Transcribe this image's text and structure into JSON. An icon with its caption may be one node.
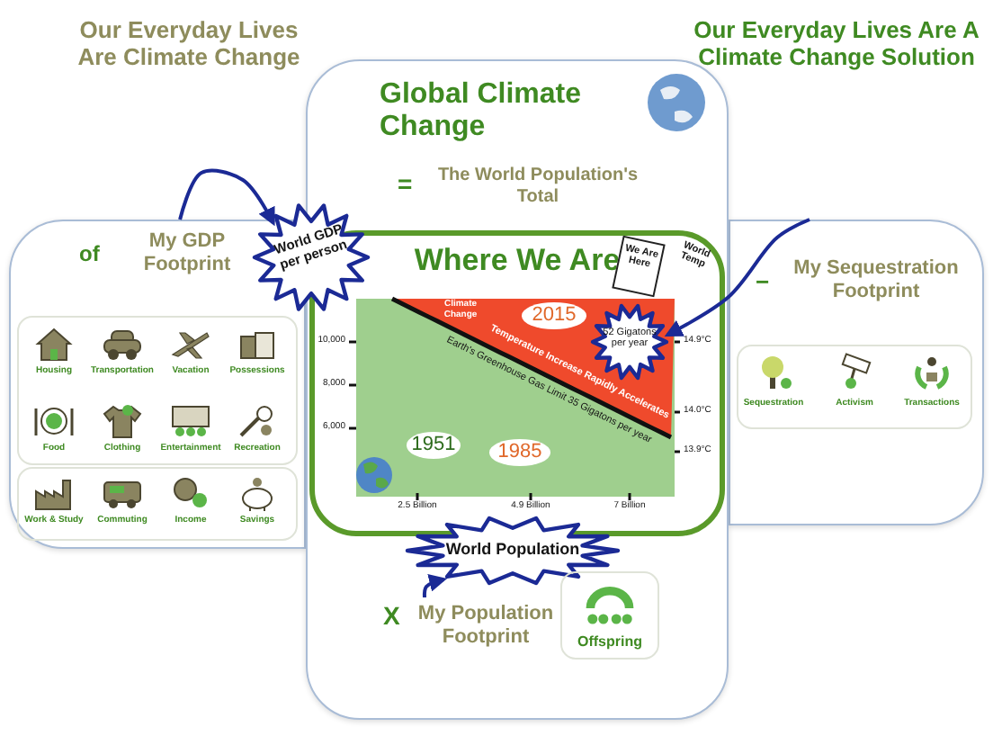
{
  "diagram": {
    "nodes": [
      {
        "text": [
          "Global Climate Change",
          "=",
          "The World Population's Total"
        ]
      },
      {
        "text": [
          "of",
          "My GDP Footprint"
        ]
      },
      {
        "text": [
          "−",
          "My Sequestration Footprint"
        ]
      },
      {
        "text": [
          "Where We Are"
        ],
        "in": 0
      },
      {
        "text": [
          "World GDP per person"
        ]
      },
      {
        "text": [
          "We Are Here"
        ],
        "in": 3
      },
      {
        "text": [
          "52 Gigatons per year"
        ],
        "in": 3
      },
      {
        "text": [
          "World Population"
        ],
        "in": 0
      },
      {
        "text": [
          "X",
          "My Population Footprint"
        ],
        "in": 0
      }
    ],
    "edges": [
      {
        "from": 1,
        "to": 4,
        "arrow": "to"
      },
      {
        "from": 2,
        "to": 6,
        "arrow": "to"
      },
      {
        "from": 8,
        "to": 7,
        "arrow": "to"
      }
    ],
    "labels": [
      "Our Everyday Lives Are Climate Change",
      "Our Everyday Lives Are A Climate Change Solution",
      "Housing",
      "Transportation",
      "Vacation",
      "Possessions",
      "Food",
      "Clothing",
      "Entertainment",
      "Recreation",
      "Work & Study",
      "Commuting",
      "Income",
      "Savings",
      "Climate Change",
      "10,000",
      "8,000",
      "6,000",
      "World Temp",
      "14.9°C",
      "14.0°C",
      "13.9°C",
      "Temperature Increase Rapidly Accelerates",
      "Earth's Greenhouse Gas Limit 35 Gigatons per year",
      "2015",
      "1951",
      "1985",
      "2.5 Billion",
      "4.9 Billion",
      "7 Billion",
      "Sequestration",
      "Activism",
      "Transactions",
      "Offspring"
    ]
  }
}
